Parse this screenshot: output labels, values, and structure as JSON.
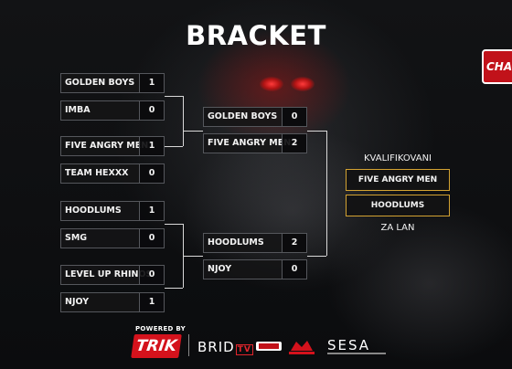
{
  "title": "BRACKET",
  "badge": "CHAL",
  "round1": [
    {
      "name": "GOLDEN BOYS",
      "score": "1"
    },
    {
      "name": "IMBA",
      "score": "0"
    },
    {
      "name": "FIVE ANGRY MEN",
      "score": "1"
    },
    {
      "name": "TEAM HEXXX",
      "score": "0"
    },
    {
      "name": "HOODLUMS",
      "score": "1"
    },
    {
      "name": "SMG",
      "score": "0"
    },
    {
      "name": "LEVEL UP RHINOS",
      "score": "0"
    },
    {
      "name": "NJOY",
      "score": "1"
    }
  ],
  "round2": [
    {
      "name": "GOLDEN BOYS",
      "score": "0"
    },
    {
      "name": "FIVE ANGRY MEN",
      "score": "2"
    },
    {
      "name": "HOODLUMS",
      "score": "2"
    },
    {
      "name": "NJOY",
      "score": "0"
    }
  ],
  "final": {
    "qualified_label": "KVALIFIKOVANI",
    "teams": [
      "FIVE ANGRY MEN",
      "HOODLUMS"
    ],
    "lan_label": "ZA LAN"
  },
  "footer": {
    "powered_by": "POWERED BY",
    "sponsors": [
      "TRIK",
      "BRID",
      "TV",
      "SESA"
    ]
  },
  "colors": {
    "accent_gold": "#d4a332",
    "brand_red": "#d4121c",
    "eye_red": "#ff3b3b"
  }
}
